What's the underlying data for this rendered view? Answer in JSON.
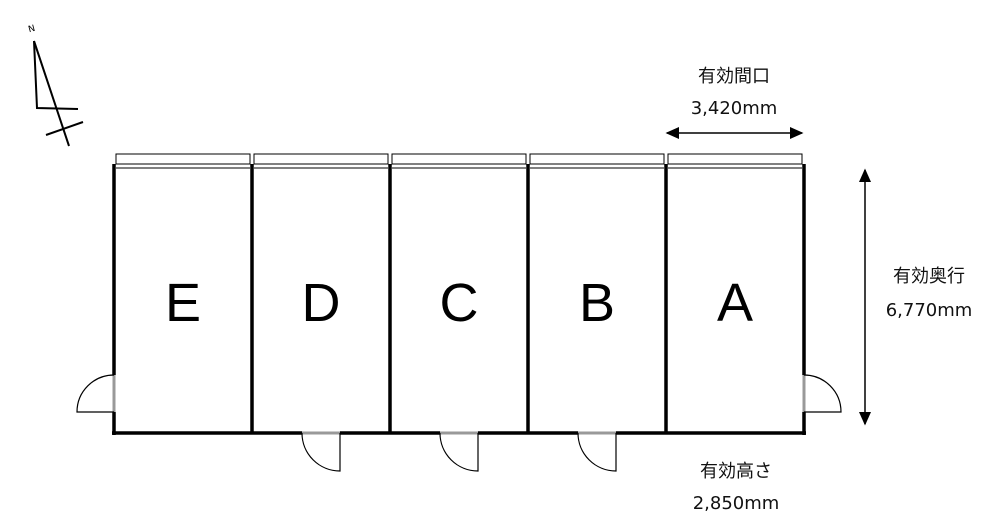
{
  "compass": {
    "label": "N"
  },
  "units": [
    {
      "label": "E"
    },
    {
      "label": "D"
    },
    {
      "label": "C"
    },
    {
      "label": "B"
    },
    {
      "label": "A"
    }
  ],
  "dimensions": {
    "width": {
      "label": "有効間口",
      "value": "3,420mm"
    },
    "depth": {
      "label": "有効奥行",
      "value": "6,770mm"
    },
    "height": {
      "label": "有効高さ",
      "value": "2,850mm"
    }
  }
}
